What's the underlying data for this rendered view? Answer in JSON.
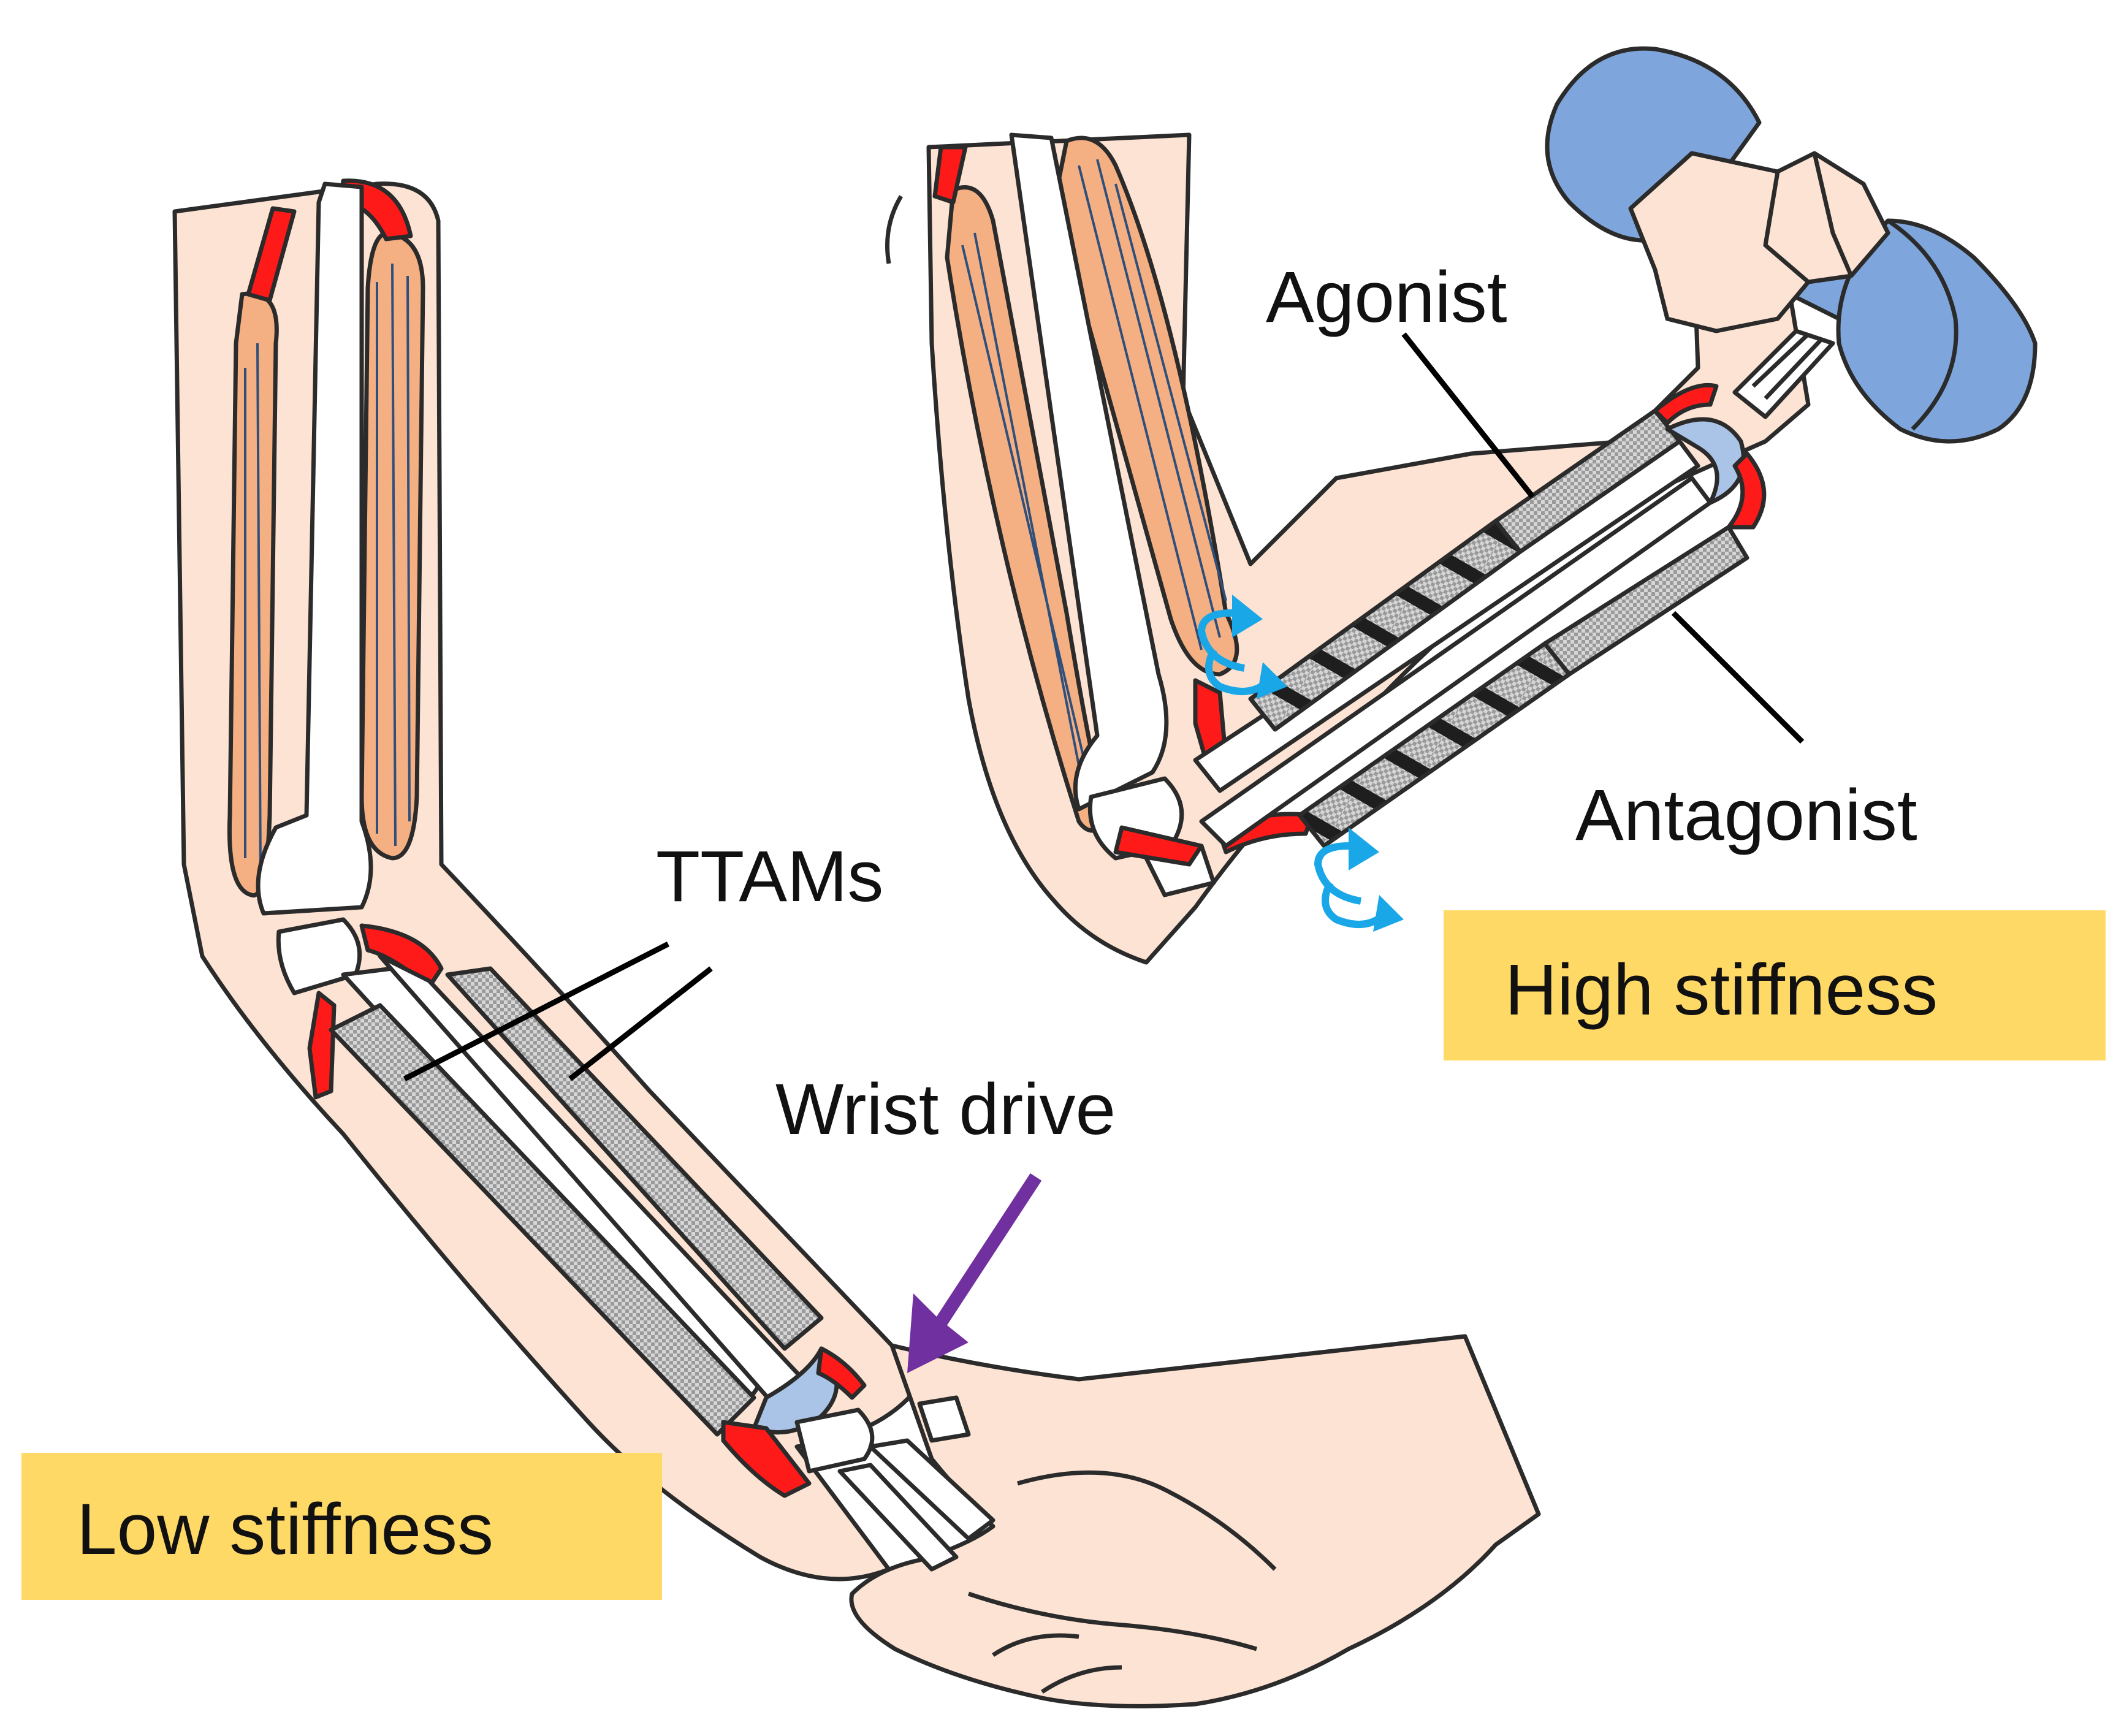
{
  "labels": {
    "ttams": "TTAMs",
    "wrist_drive": "Wrist drive",
    "agonist": "Agonist",
    "antagonist": "Antagonist",
    "high_stiffness": "High stiffness",
    "low_stiffness": "Low stiffness"
  },
  "colors": {
    "skin": "#fde3d3",
    "muscle": "#f4b083",
    "tendon": "#ff1a1a",
    "bone": "#ffffff",
    "cartilage": "#a9c4e6",
    "actuator_mesh": "#bfbfbf",
    "dumbbell": "#7ea6dc",
    "highlight_box": "#ffd966",
    "wrist_arrow": "#7030a0",
    "rotation_arrow": "#1aa7e8"
  },
  "icons": {
    "rotation": "curved-arrow-icon",
    "wrist_drive": "arrow-down-left-icon"
  }
}
